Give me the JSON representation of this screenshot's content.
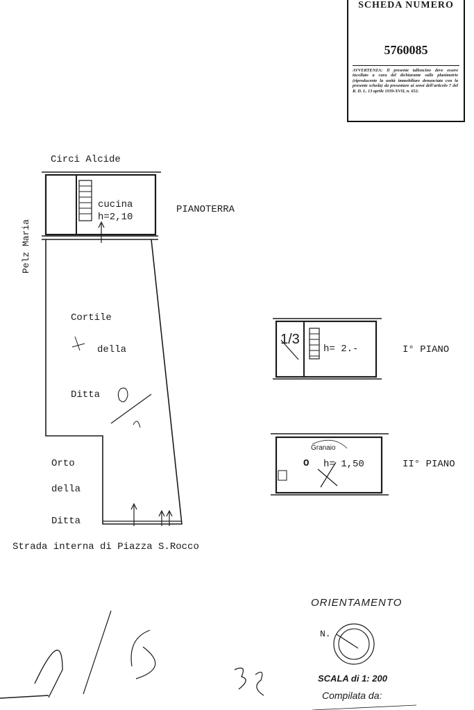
{
  "stub": {
    "title": "SCHEDA NUMERO",
    "number": "5760085",
    "warning": "AVVERTENZA: Il presente talloncino deve essere incollato a cura del dichiarante sulle planimetrie (riproducente la unità immobiliare denunciata con la presente scheda) da presentare ai sensi dell'articolo 7 del R. D. L. 13 aprile 1939-XVII, n. 652."
  },
  "plan": {
    "neighbor_top": "Circi   Alcide",
    "neighbor_left": "Pelz Maria",
    "ground_floor": {
      "label": "PIANOTERRA",
      "room": "cucina",
      "height": "h=2,10"
    },
    "courtyard": [
      "Cortile",
      "della",
      "Ditta"
    ],
    "garden": [
      "Orto",
      "della",
      "Ditta"
    ],
    "street": "Strada interna di Piazza S.Rocco",
    "first_floor": {
      "label": "I° PIANO",
      "height": "h= 2.-",
      "mark": "1/3"
    },
    "second_floor": {
      "label": "II° PIANO",
      "room": "Granaio",
      "height": "h= 1,50",
      "mark": "O"
    }
  },
  "footer": {
    "orientation": "ORIENTAMENTO",
    "north": "N.",
    "scale": "SCALA di 1: 200",
    "compiled": "Compilata da:",
    "handwriting": "4/5   38"
  },
  "colors": {
    "ink": "#1a1a1a",
    "paper": "#ffffff"
  }
}
